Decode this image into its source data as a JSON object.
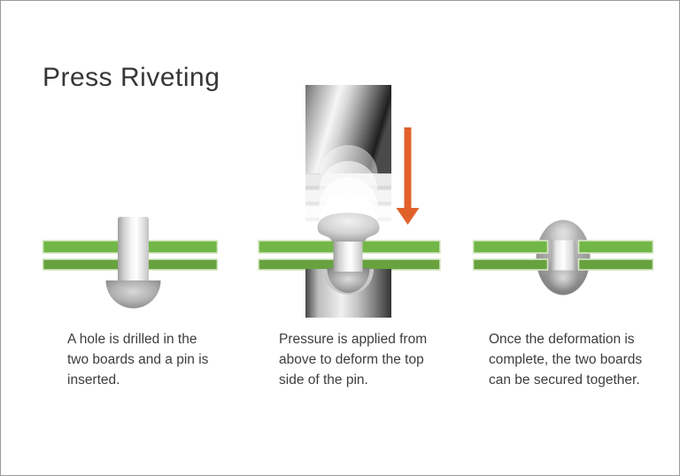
{
  "title": "Press Riveting",
  "steps": [
    {
      "name": "pin-inserted",
      "lines": [
        "A hole is drilled in the",
        "two boards and a pin is",
        "inserted."
      ]
    },
    {
      "name": "pressure-applied",
      "lines": [
        "Pressure is applied from",
        "above to deform the top",
        "side of the pin."
      ]
    },
    {
      "name": "boards-secured",
      "lines": [
        "Once the deformation is",
        "complete, the two boards",
        "can be secured together."
      ]
    }
  ],
  "colors": {
    "board_green_top": "#72b648",
    "board_green_bottom": "#68a23f",
    "board_outline": "#d7e8c5",
    "arrow_orange": "#e2612b",
    "metal_dark": "#2e2e2e",
    "metal_light": "#f5f5f5",
    "text": "#3d3d3d",
    "frame_border": "#9a9a9a"
  },
  "icons": {
    "pressure_arrow": "down-arrow-icon"
  }
}
